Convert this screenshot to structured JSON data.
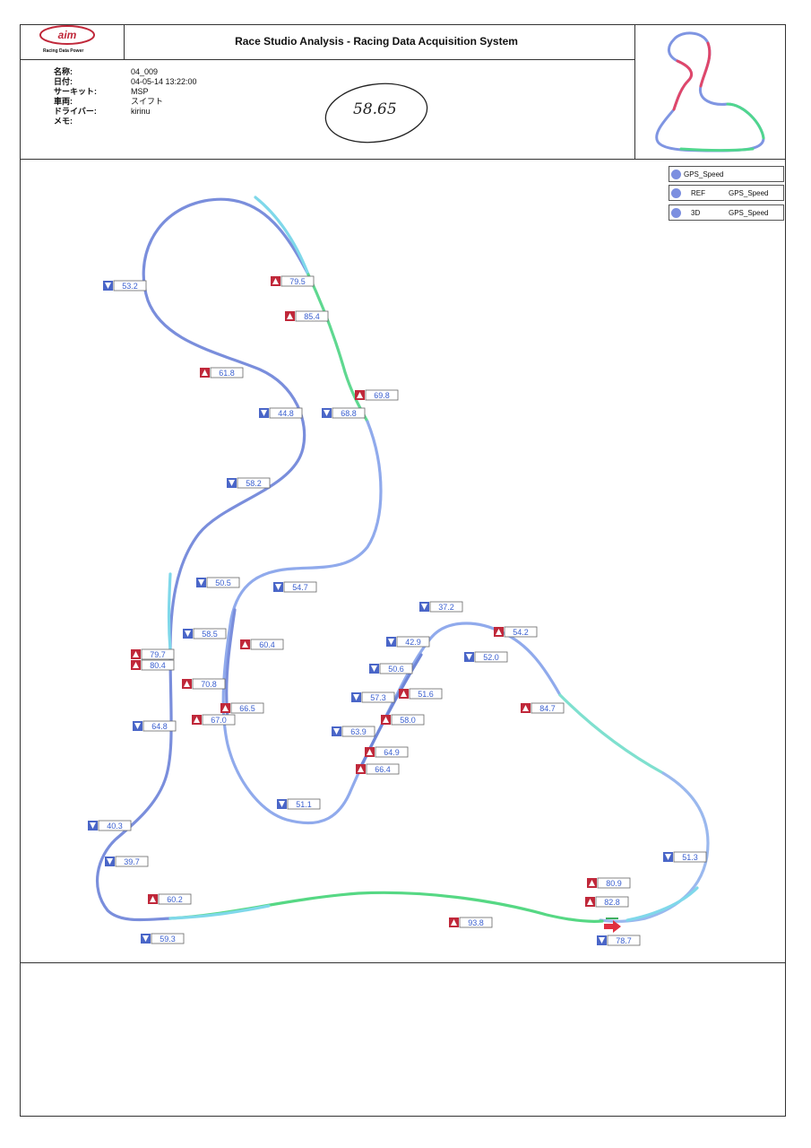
{
  "header": {
    "title": "Race Studio Analysis - Racing Data Acquisition System",
    "brand_text": "Racing Data Power",
    "fields": [
      {
        "label": "名称:",
        "value": "04_009"
      },
      {
        "label": "日付:",
        "value": "04-05-14 13:22:00"
      },
      {
        "label": "サーキット:",
        "value": "MSP"
      },
      {
        "label": "車両:",
        "value": "スイフト"
      },
      {
        "label": "ドライバー:",
        "value": "kirinu"
      },
      {
        "label": "メモ:",
        "value": ""
      }
    ],
    "handwritten_note": "58.65"
  },
  "legend": [
    {
      "label": "GPS_Speed",
      "channel": ""
    },
    {
      "label": "REF",
      "channel": "GPS_Speed"
    },
    {
      "label": "3D",
      "channel": "GPS_Speed"
    }
  ],
  "markers": [
    {
      "type": "min",
      "value": "53.2"
    },
    {
      "type": "max",
      "value": "79.5"
    },
    {
      "type": "max",
      "value": "85.4"
    },
    {
      "type": "max",
      "value": "61.8"
    },
    {
      "type": "max",
      "value": "69.8"
    },
    {
      "type": "min",
      "value": "44.8"
    },
    {
      "type": "min",
      "value": "68.8"
    },
    {
      "type": "min",
      "value": "58.2"
    },
    {
      "type": "min",
      "value": "50.5"
    },
    {
      "type": "min",
      "value": "54.7"
    },
    {
      "type": "min",
      "value": "37.2"
    },
    {
      "type": "min",
      "value": "58.5"
    },
    {
      "type": "max",
      "value": "60.4"
    },
    {
      "type": "min",
      "value": "42.9"
    },
    {
      "type": "max",
      "value": "54.2"
    },
    {
      "type": "min",
      "value": "52.0"
    },
    {
      "type": "max",
      "value": "79.7"
    },
    {
      "type": "max",
      "value": "80.4"
    },
    {
      "type": "min",
      "value": "50.6"
    },
    {
      "type": "max",
      "value": "70.8"
    },
    {
      "type": "min",
      "value": "57.3"
    },
    {
      "type": "max",
      "value": "51.6"
    },
    {
      "type": "max",
      "value": "84.7"
    },
    {
      "type": "max",
      "value": "66.5"
    },
    {
      "type": "max",
      "value": "67.0"
    },
    {
      "type": "max",
      "value": "58.0"
    },
    {
      "type": "min",
      "value": "64.8"
    },
    {
      "type": "min",
      "value": "63.9"
    },
    {
      "type": "max",
      "value": "64.9"
    },
    {
      "type": "max",
      "value": "66.4"
    },
    {
      "type": "min",
      "value": "51.1"
    },
    {
      "type": "min",
      "value": "40.3"
    },
    {
      "type": "min",
      "value": "51.3"
    },
    {
      "type": "min",
      "value": "39.7"
    },
    {
      "type": "max",
      "value": "80.9"
    },
    {
      "type": "max",
      "value": "60.2"
    },
    {
      "type": "max",
      "value": "82.8"
    },
    {
      "type": "max",
      "value": "93.8"
    },
    {
      "type": "min",
      "value": "59.3"
    },
    {
      "type": "min",
      "value": "78.7"
    }
  ],
  "colors": {
    "track_slow": "#7080d8",
    "track_mid": "#7fd4ea",
    "track_fast": "#56d884",
    "min_marker": "#4a66c8",
    "max_marker": "#c0283a",
    "label_text": "#3a5fcf"
  }
}
